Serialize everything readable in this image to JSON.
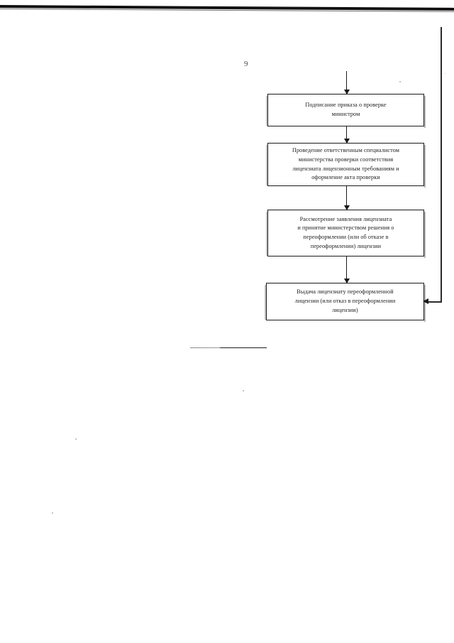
{
  "document": {
    "page_number": "9",
    "flowchart": {
      "boxes": [
        {
          "id": "box-1",
          "name": "step-sign-inspection-order",
          "text": "Подписание приказа о проверке\nминистром"
        },
        {
          "id": "box-2",
          "name": "step-conduct-inspection",
          "text": "Проведение ответственным специалистом\nминистерства проверки соответствия\nлицензиата лицензионным требованиям и\nоформление акта проверки"
        },
        {
          "id": "box-3",
          "name": "step-review-application-decision",
          "text": "Рассмотрение заявления лицензиата\nи принятие министерством решения о\nпереоформлении (или об отказе в\nпереоформлении) лицензии"
        },
        {
          "id": "box-4",
          "name": "step-issue-reissued-license",
          "text": "Выдача лицензиату переоформленной\nлицензии (или отказ в переоформлении\nлицензии)"
        }
      ],
      "connectors": [
        {
          "name": "arrow-into-step-1",
          "direction": "down"
        },
        {
          "name": "arrow-step-1-to-step-2",
          "direction": "down"
        },
        {
          "name": "arrow-step-2-to-step-3",
          "direction": "down"
        },
        {
          "name": "arrow-step-3-to-step-4",
          "direction": "down"
        },
        {
          "name": "feedback-line-to-step-4",
          "direction": "left"
        }
      ]
    }
  }
}
